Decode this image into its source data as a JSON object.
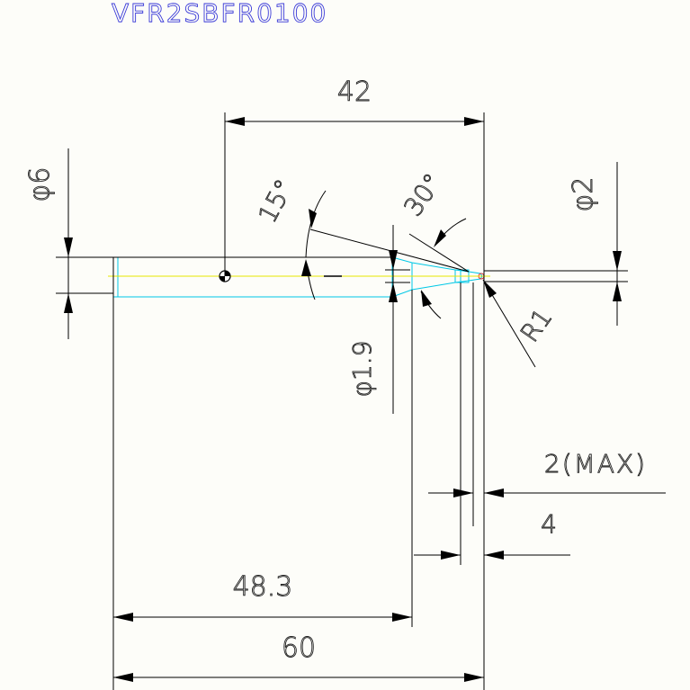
{
  "title": "VFR2SBFR0100",
  "dimensions": {
    "total_length": "60",
    "shank_length": "48.3",
    "center_to_tip": "42",
    "shank_diameter": "φ6",
    "tip_diameter": "φ2",
    "neck_diameter": "φ1.9",
    "taper_angle": "15°",
    "tip_angle": "30°",
    "tip_radius": "R1",
    "tip_max": "2(MAX)",
    "neck_length": "4"
  },
  "colors": {
    "title": "#3b3bd8",
    "outline": "#00c8e6",
    "center_line": "#e6e600",
    "dimension": "#000000"
  }
}
